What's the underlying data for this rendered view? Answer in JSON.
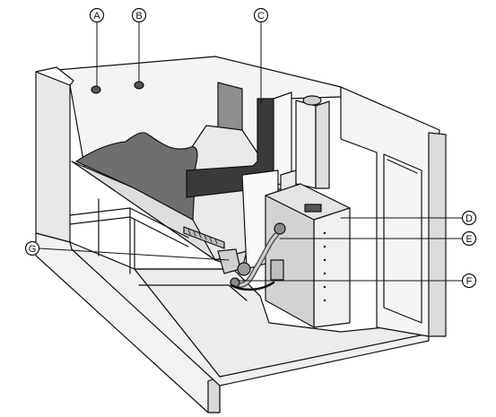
{
  "callouts": [
    {
      "letter": "A"
    },
    {
      "letter": "B"
    },
    {
      "letter": "C"
    },
    {
      "letter": "D"
    },
    {
      "letter": "E"
    },
    {
      "letter": "F"
    },
    {
      "letter": "G"
    }
  ],
  "colors": {
    "line": "#111111",
    "wall_light": "#f7f7f7",
    "wall_mid": "#e2e2e2",
    "wall_shade": "#c9c9c9",
    "paper_dark": "#6f6f6f",
    "chute_dark": "#3a3a3a",
    "window": "#8e8e8e"
  }
}
